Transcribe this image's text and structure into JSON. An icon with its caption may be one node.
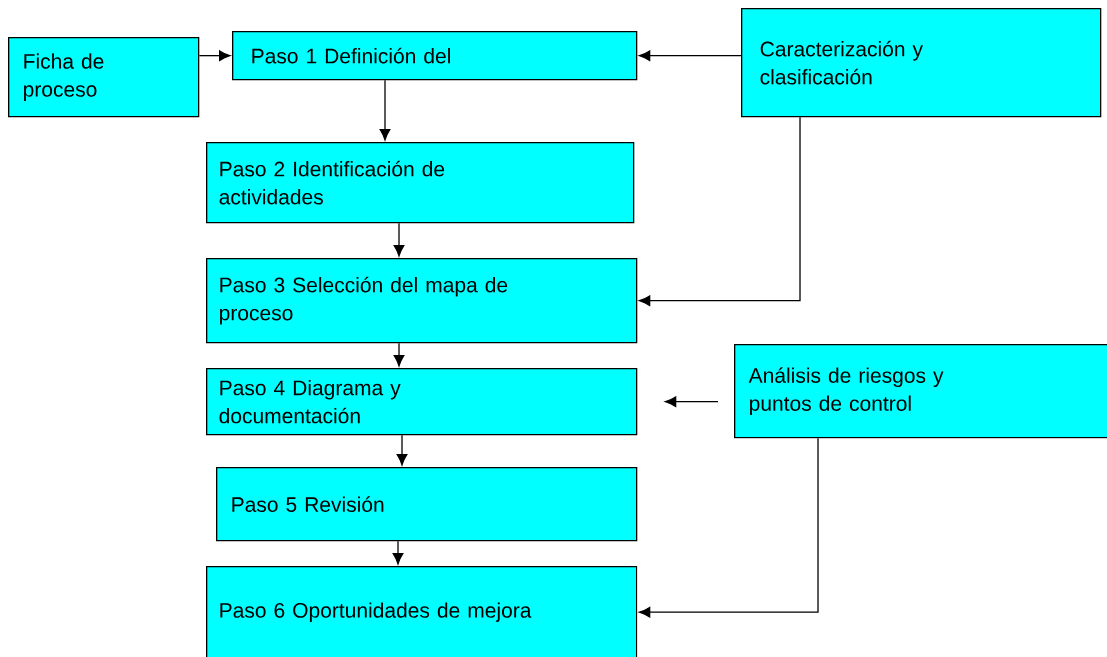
{
  "diagram": {
    "nodes": [
      {
        "text": [
          "Ficha de proceso"
        ]
      },
      {
        "text": [
          "Paso 1 Definición del"
        ]
      },
      {
        "text": [
          "Caracterización y clasificación"
        ]
      },
      {
        "text": [
          "Paso 2 Identificación de actividades"
        ]
      },
      {
        "text": [
          "Paso 3 Selección del mapa de proceso"
        ]
      },
      {
        "text": [
          "Análisis de riesgos y puntos de control"
        ]
      },
      {
        "text": [
          "Paso 4 Diagrama y documentación"
        ]
      },
      {
        "text": [
          "Paso 5 Revisión"
        ]
      },
      {
        "text": [
          "Paso 6 Oportunidades de mejora"
        ]
      }
    ],
    "edges": [
      {
        "from": 0,
        "to": 1,
        "arrow": "to"
      },
      {
        "from": 2,
        "to": 1,
        "arrow": "to"
      },
      {
        "from": 1,
        "to": 3,
        "arrow": "to"
      },
      {
        "from": 3,
        "to": 4,
        "arrow": "to"
      },
      {
        "from": 2,
        "to": 4,
        "arrow": "to"
      },
      {
        "from": 4,
        "to": 6,
        "arrow": "to"
      },
      {
        "from": 5,
        "to": 6,
        "arrow": "to"
      },
      {
        "from": 6,
        "to": 7,
        "arrow": "to"
      },
      {
        "from": 7,
        "to": 8,
        "arrow": "to"
      },
      {
        "from": 5,
        "to": 8,
        "arrow": "to"
      }
    ]
  }
}
